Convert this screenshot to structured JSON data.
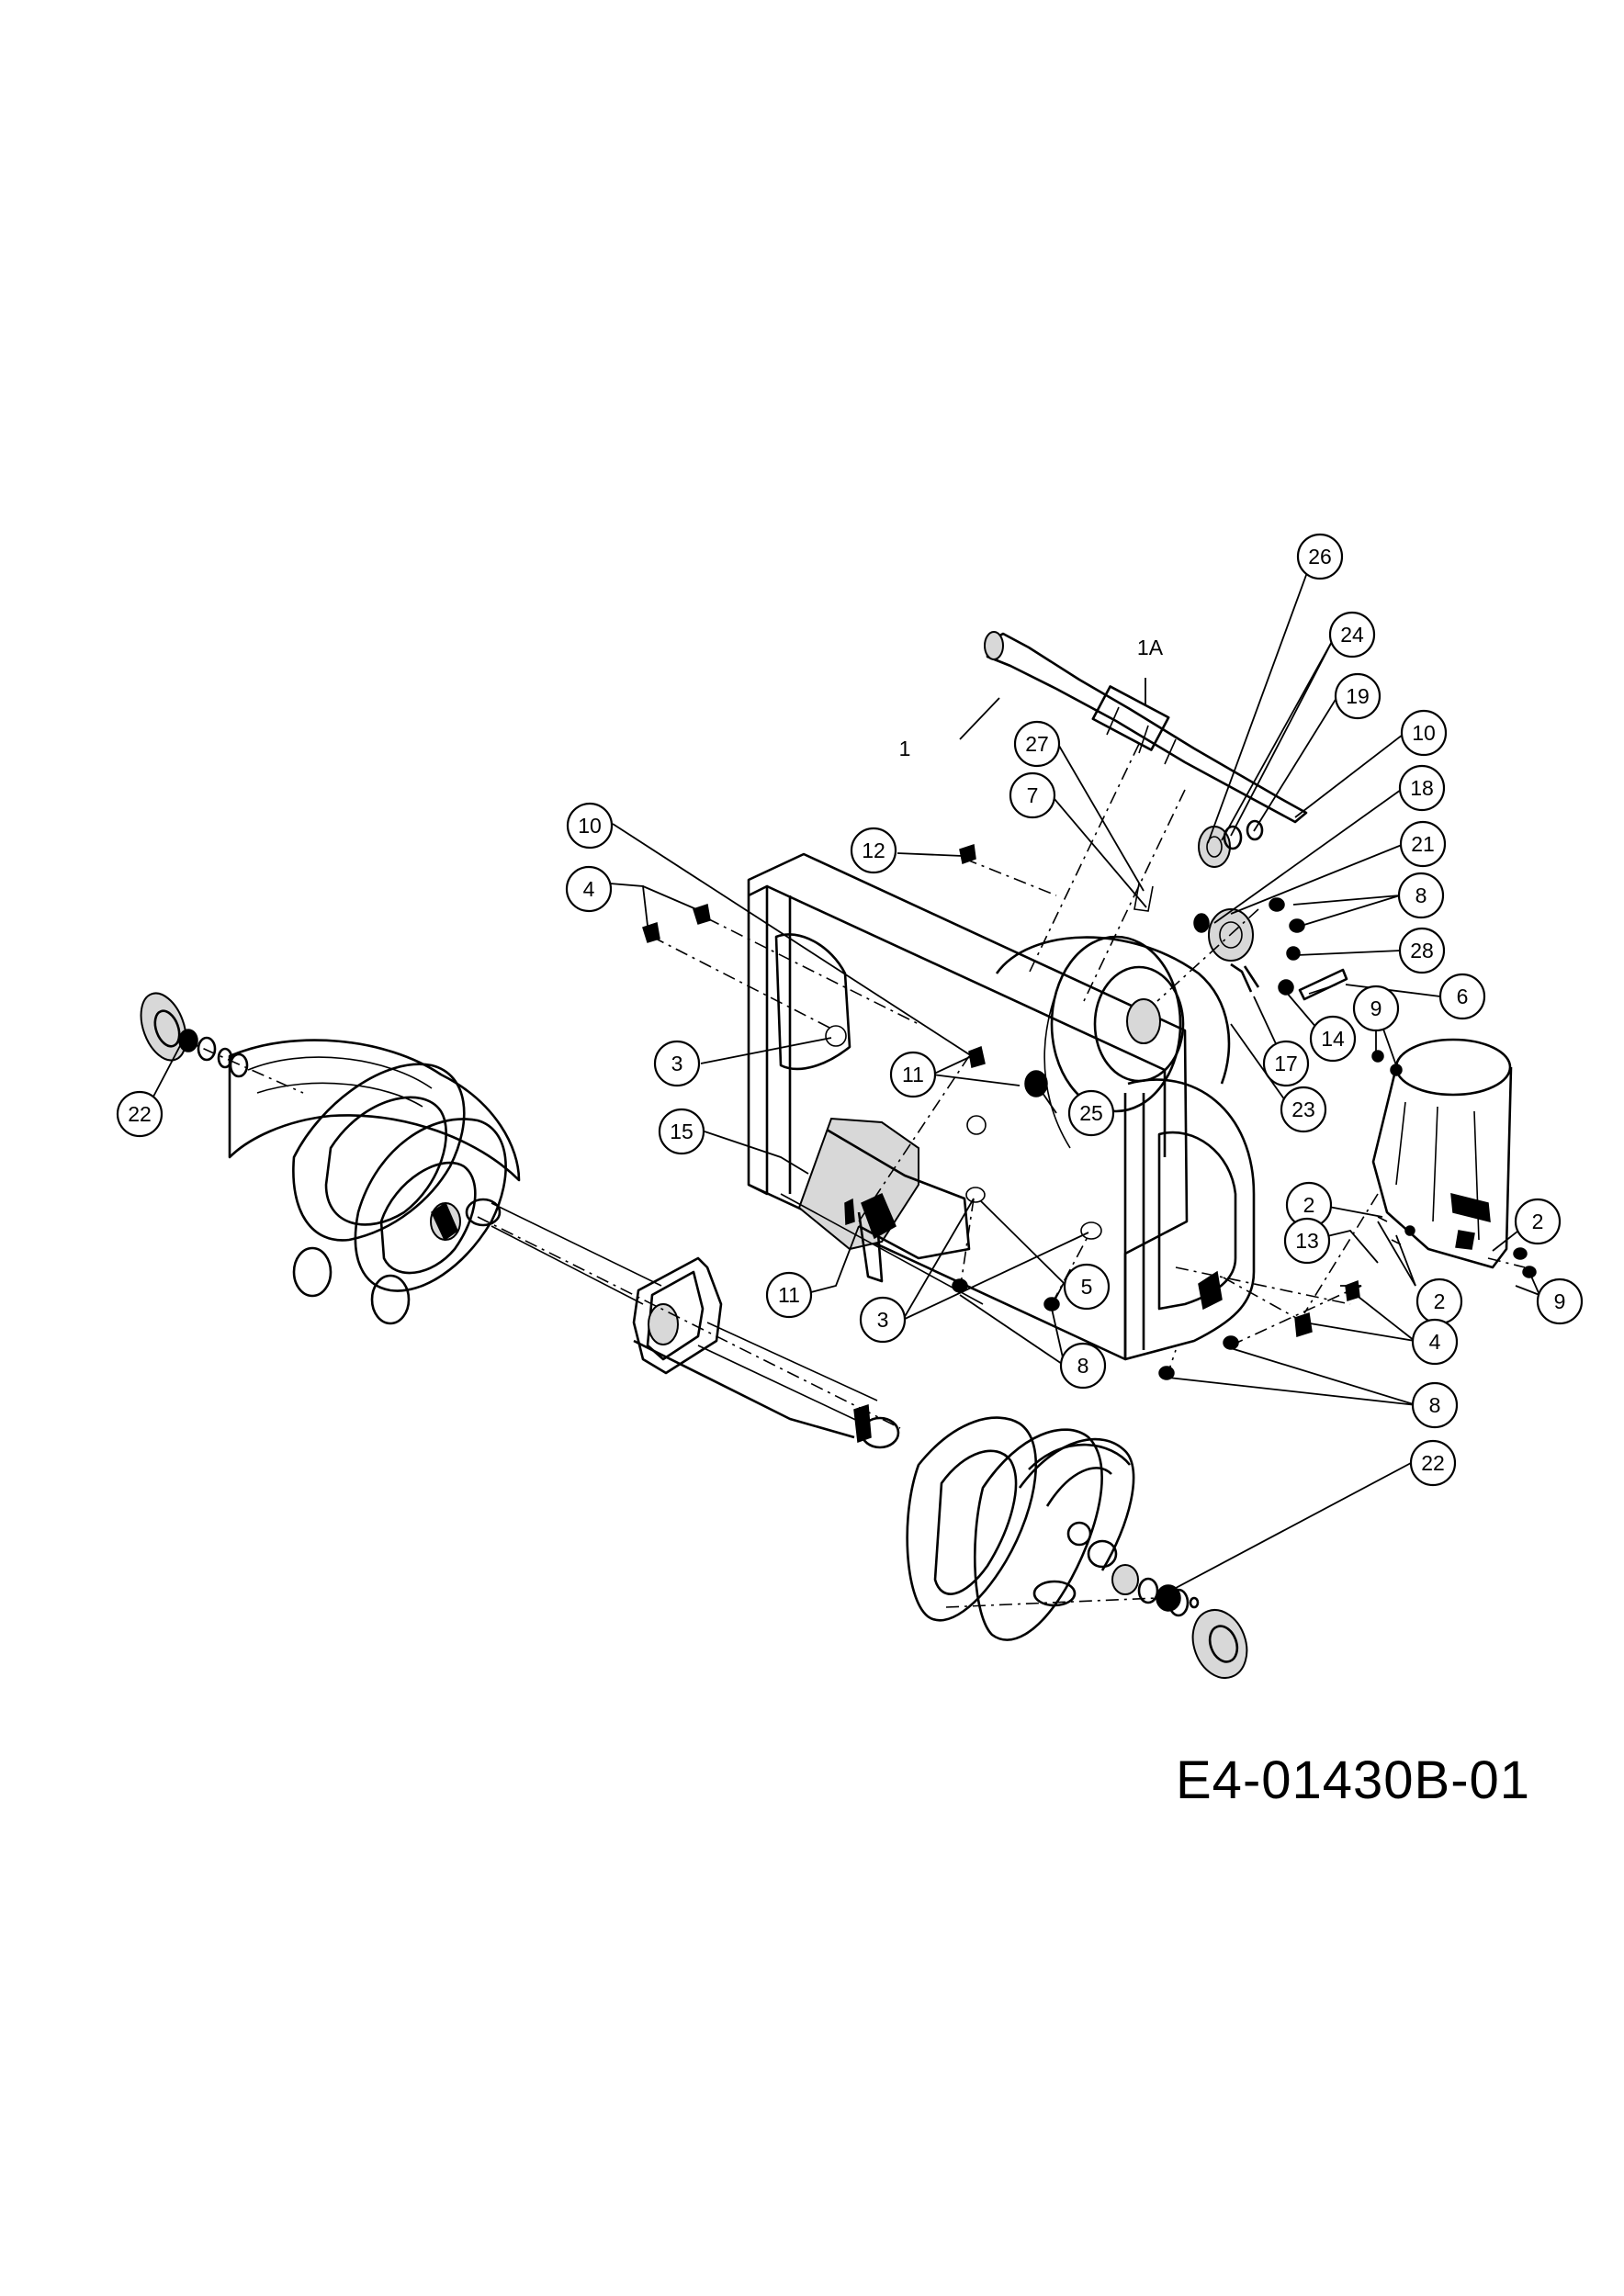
{
  "drawing_code": "E4-01430B-01",
  "callouts": {
    "c26": "26",
    "c24": "24",
    "c19": "19",
    "c10a": "10",
    "c18": "18",
    "c21": "21",
    "c8a": "8",
    "c28": "28",
    "c6": "6",
    "c14": "14",
    "c17": "17",
    "c23": "23",
    "c27": "27",
    "c7": "7",
    "c12": "12",
    "c10b": "10",
    "c4a": "4",
    "c3a": "3",
    "c11a": "11",
    "c25": "25",
    "c15": "15",
    "c11b": "11",
    "c3b": "3",
    "c5": "5",
    "c8b": "8",
    "c8c": "8",
    "c22a": "22",
    "c22b": "22",
    "c9a": "9",
    "c2a": "2",
    "c2b": "2",
    "c13": "13",
    "c2c": "2",
    "c9b": "9",
    "c4b": "4"
  },
  "plain_labels": {
    "l1": "1",
    "l1A": "1A"
  }
}
